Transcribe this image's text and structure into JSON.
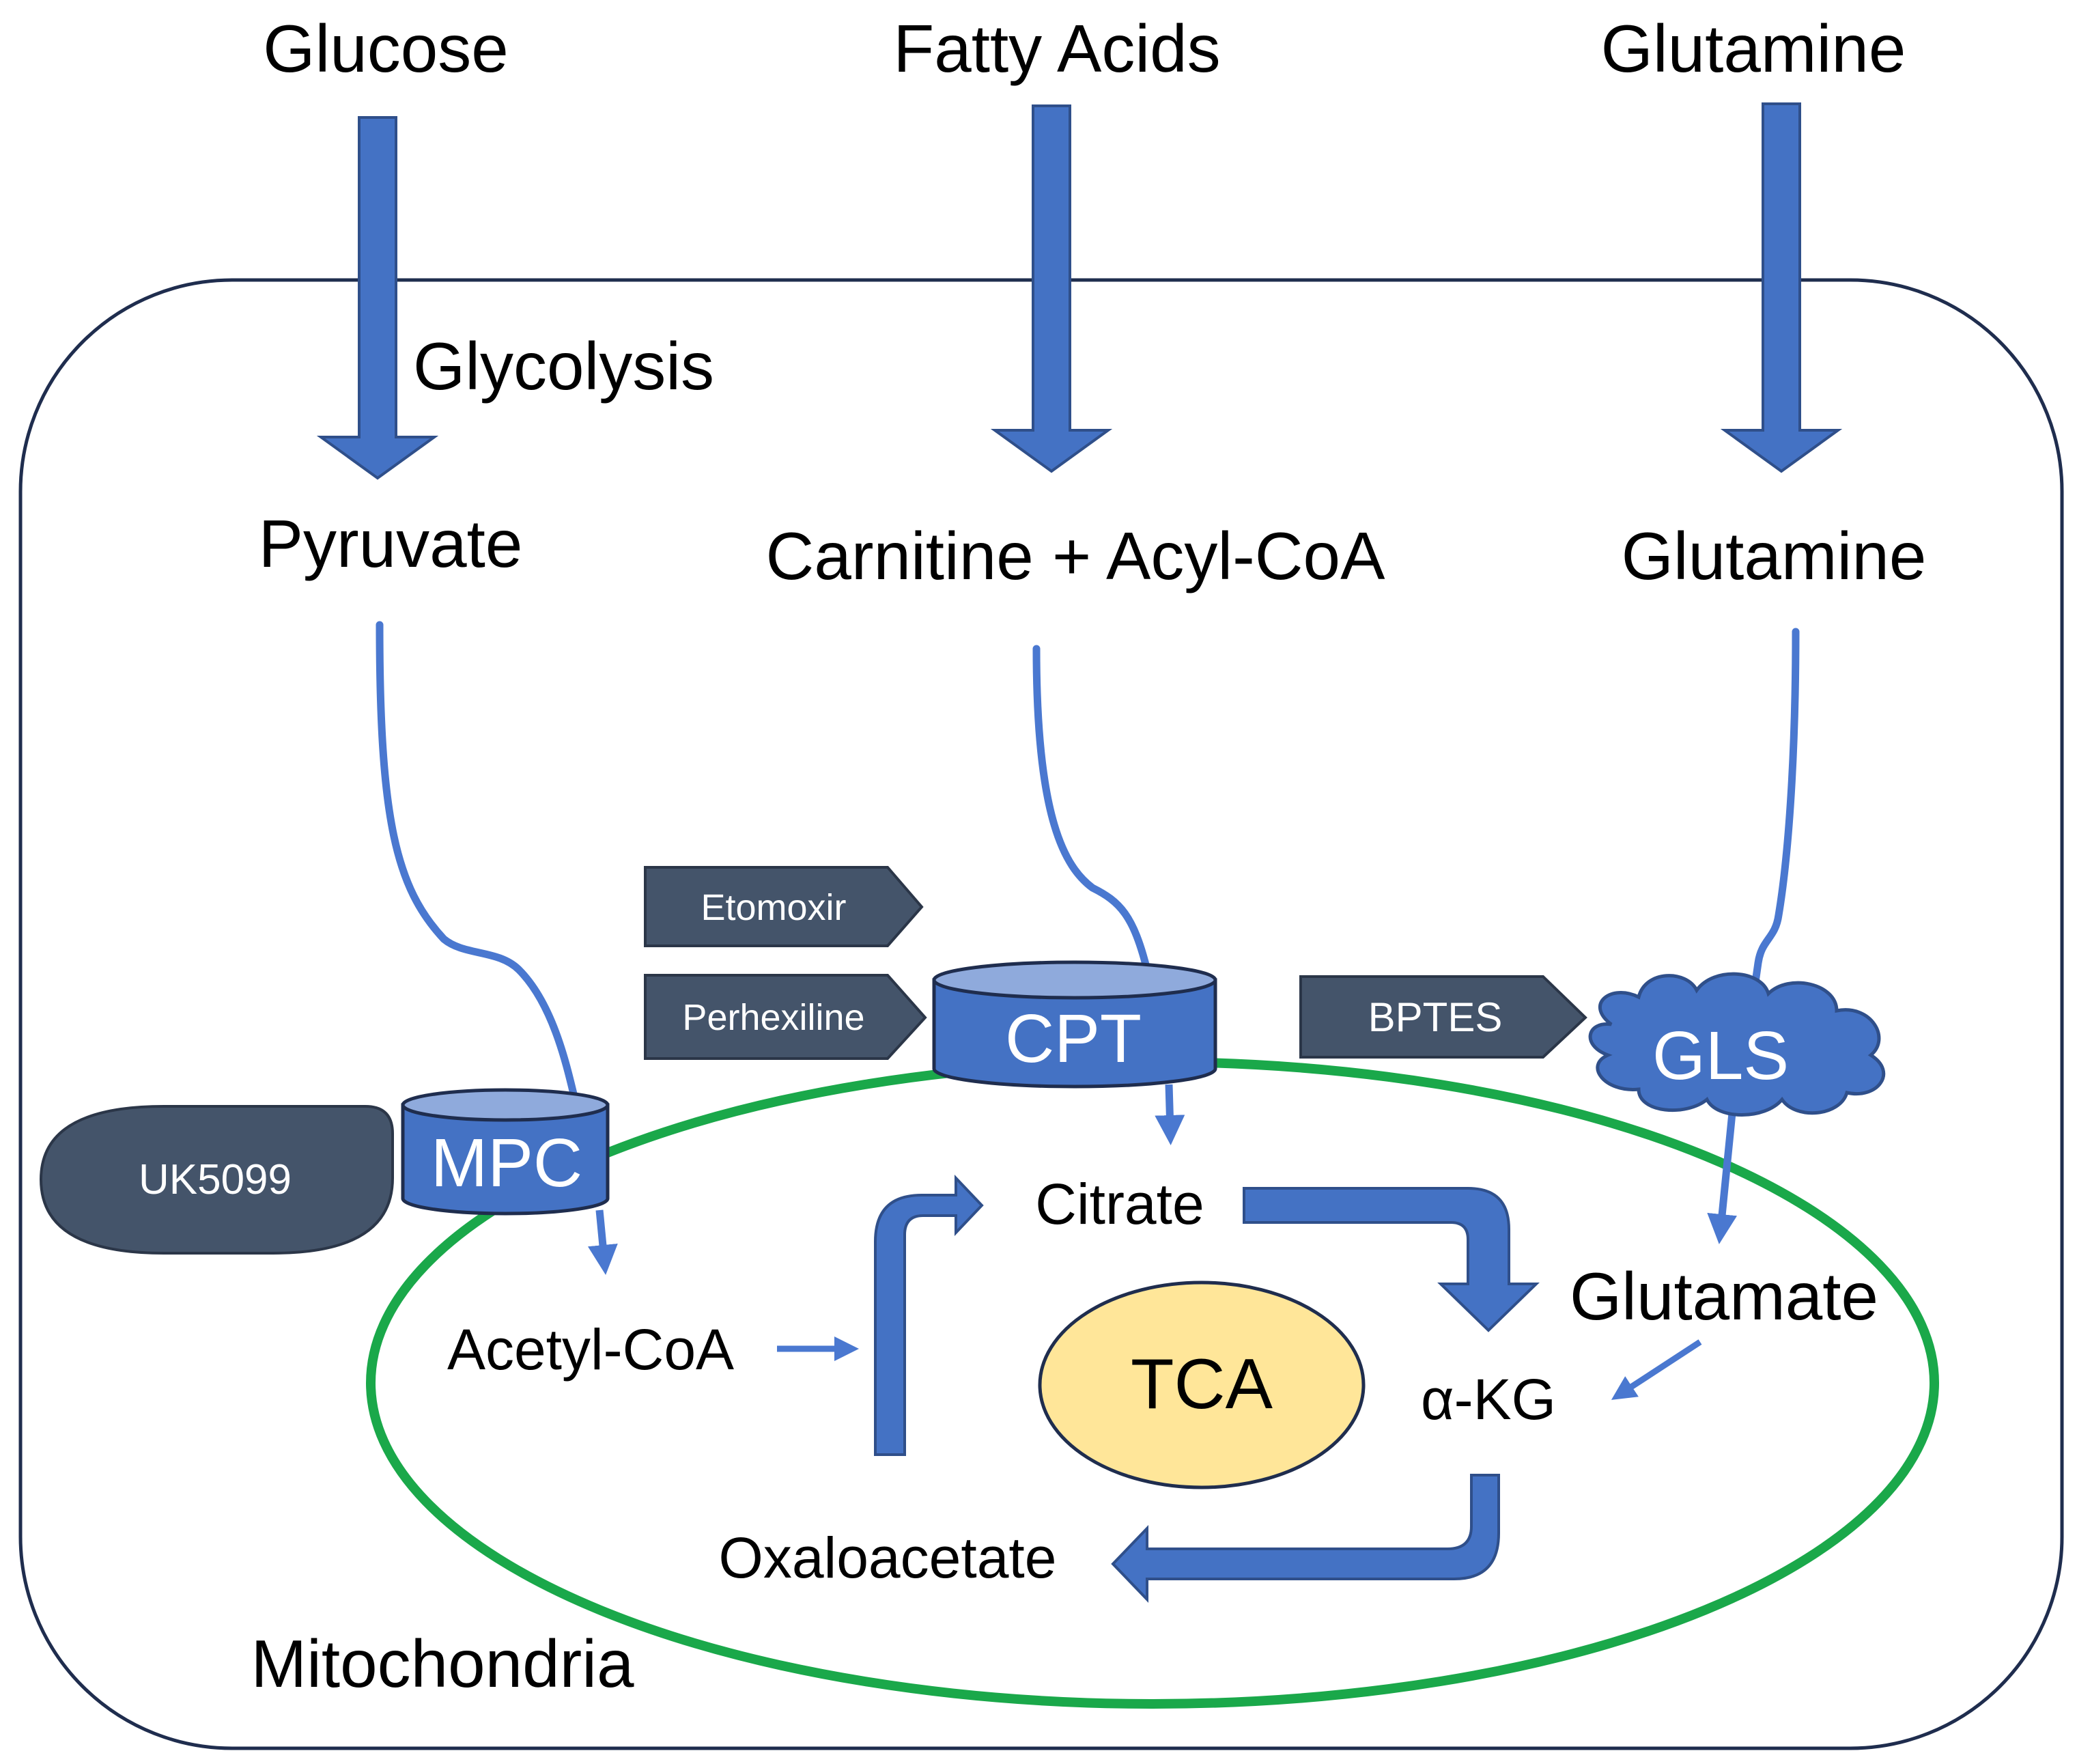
{
  "colors": {
    "arrow_fill": "#4472c4",
    "arrow_stroke": "#2f4f8a",
    "thin_arrow": "#4a78d0",
    "cell_border": "#1f2d4e",
    "mito_border": "#1aa84a",
    "inhibitor_fill": "#44546a",
    "transporter_top": "#8faadc",
    "tca_fill": "#ffe699"
  },
  "substrates": {
    "glucose": "Glucose",
    "fatty_acids": "Fatty Acids",
    "glutamine": "Glutamine"
  },
  "pathway": {
    "glycolysis": "Glycolysis"
  },
  "cytosol": {
    "pyruvate": "Pyruvate",
    "carnitine_acyl_coa": "Carnitine + Acyl-CoA",
    "glutamine": "Glutamine"
  },
  "transporters": {
    "mpc": "MPC",
    "cpt": "CPT",
    "gls": "GLS"
  },
  "inhibitors": {
    "uk5099": "UK5099",
    "etomoxir": "Etomoxir",
    "perhexiline": "Perhexiline",
    "bptes": "BPTES"
  },
  "mitochondria": {
    "label": "Mitochondria",
    "citrate": "Citrate",
    "acetyl_coa": "Acetyl-CoA",
    "glutamate": "Glutamate",
    "alpha_kg": "α-KG",
    "oxaloacetate": "Oxaloacetate",
    "tca": "TCA"
  }
}
